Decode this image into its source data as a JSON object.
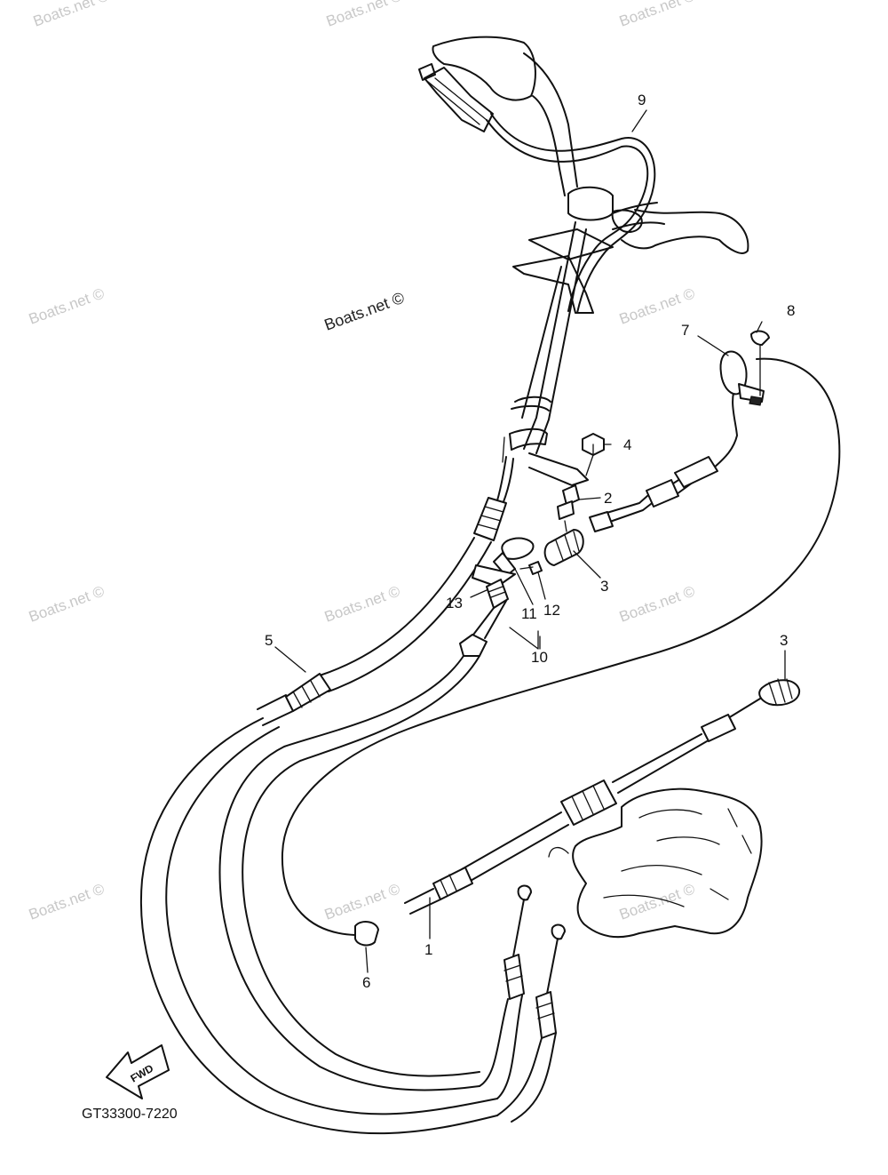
{
  "diagram": {
    "callouts": [
      {
        "id": "c9",
        "label": "9"
      },
      {
        "id": "c8",
        "label": "8"
      },
      {
        "id": "c7",
        "label": "7"
      },
      {
        "id": "c4",
        "label": "4"
      },
      {
        "id": "c2",
        "label": "2"
      },
      {
        "id": "c3a",
        "label": "3"
      },
      {
        "id": "c12",
        "label": "12"
      },
      {
        "id": "c11",
        "label": "11"
      },
      {
        "id": "c13",
        "label": "13"
      },
      {
        "id": "c10",
        "label": "10"
      },
      {
        "id": "c5",
        "label": "5"
      },
      {
        "id": "c3b",
        "label": "3"
      },
      {
        "id": "c1",
        "label": "1"
      },
      {
        "id": "c6",
        "label": "6"
      }
    ],
    "drawing_code": "GT33300-7220",
    "fwd_label": "FWD",
    "watermark_main": "Boats.net ©",
    "watermark_faint": "Boats.net ©"
  }
}
